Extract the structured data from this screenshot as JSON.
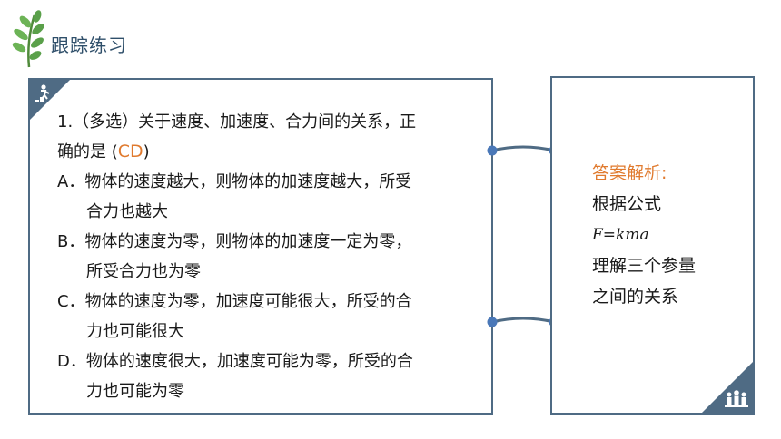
{
  "header": {
    "title": "跟踪练习"
  },
  "question": {
    "stem_line1": "1.（多选）关于速度、加速度、合力间的关系，正",
    "stem_line2_prefix": "确的是 (",
    "answer": "CD",
    "stem_line2_suffix": ")",
    "options": [
      {
        "line1": "A．物体的速度越大，则物体的加速度越大，所受",
        "line2": "合力也越大"
      },
      {
        "line1": "B．物体的速度为零，则物体的加速度一定为零，",
        "line2": "所受合力也为零"
      },
      {
        "line1": "C．物体的速度为零，加速度可能很大，所受的合",
        "line2": "力也可能很大"
      },
      {
        "line1": "D．物体的速度很大，加速度可能为零，所受的合",
        "line2": "力也可能为零"
      }
    ]
  },
  "analysis": {
    "title": "答案解析:",
    "line1": "根据公式",
    "formula": "F=kma",
    "line2": "理解三个参量",
    "line3": "之间的关系"
  },
  "colors": {
    "frame": "#4f6b84",
    "accent": "#e07a2e",
    "title": "#2f4f6a",
    "leaf": "#5aa04a"
  },
  "icons": {
    "logo": "leaf-branch-icon",
    "question_corner": "person-climbing-icon",
    "analysis_corner": "group-people-icon"
  }
}
